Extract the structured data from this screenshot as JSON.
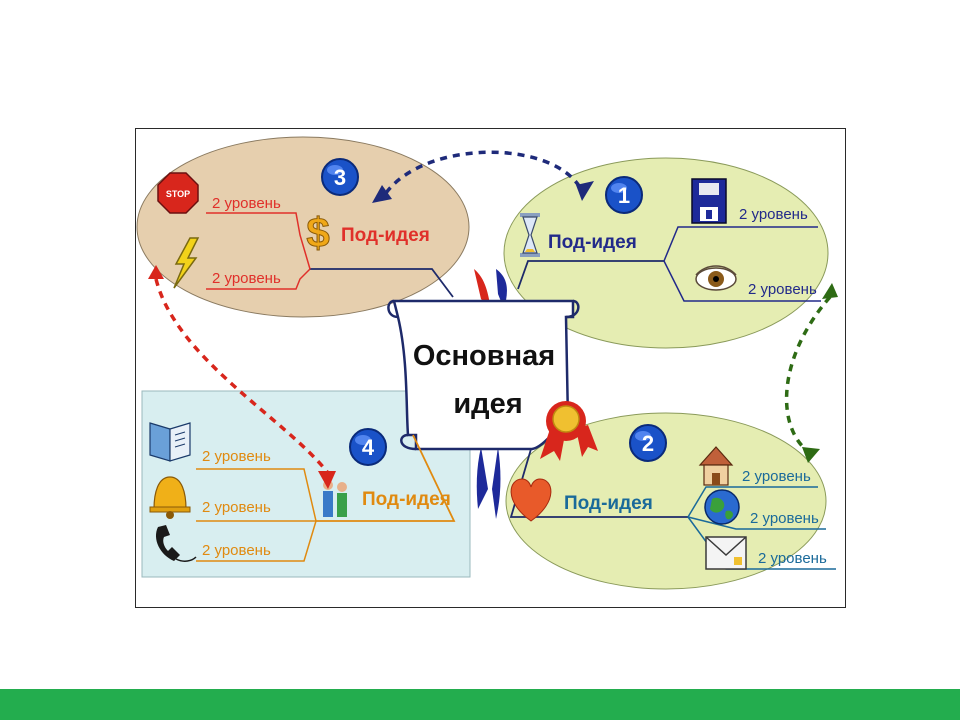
{
  "central": {
    "line1": "Основная",
    "line2": "идея"
  },
  "ideas": [
    {
      "number": "1",
      "label": "Под-идея",
      "levels": [
        "2 уровень",
        "2 уровень"
      ],
      "color": "#222a8a",
      "icons": [
        "floppy-disk-icon",
        "eye-icon",
        "hourglass-icon"
      ]
    },
    {
      "number": "2",
      "label": "Под-идея",
      "levels": [
        "2 уровень",
        "2 уровень",
        "2 уровень"
      ],
      "color": "#1a6a9a",
      "icons": [
        "heart-icon",
        "house-icon",
        "globe-icon",
        "envelope-icon"
      ]
    },
    {
      "number": "3",
      "label": "Под-идея",
      "levels": [
        "2 уровень",
        "2 уровень"
      ],
      "color": "#e0302a",
      "icons": [
        "stop-sign-icon",
        "lightning-icon",
        "dollar-icon"
      ]
    },
    {
      "number": "4",
      "label": "Под-идея",
      "levels": [
        "2 уровень",
        "2 уровень",
        "2 уровень"
      ],
      "color": "#e08a10",
      "icons": [
        "book-icon",
        "bell-icon",
        "telephone-icon",
        "people-icon"
      ]
    }
  ],
  "colors": {
    "oval_green": "#e5edb2",
    "oval_tan": "#e6cfae",
    "rect_cyan": "#d8eef0",
    "arrow_navy": "#1e2a7a",
    "arrow_red": "#d8261c",
    "arrow_green": "#2e6b14",
    "bottom_bar": "#23ad4e"
  }
}
